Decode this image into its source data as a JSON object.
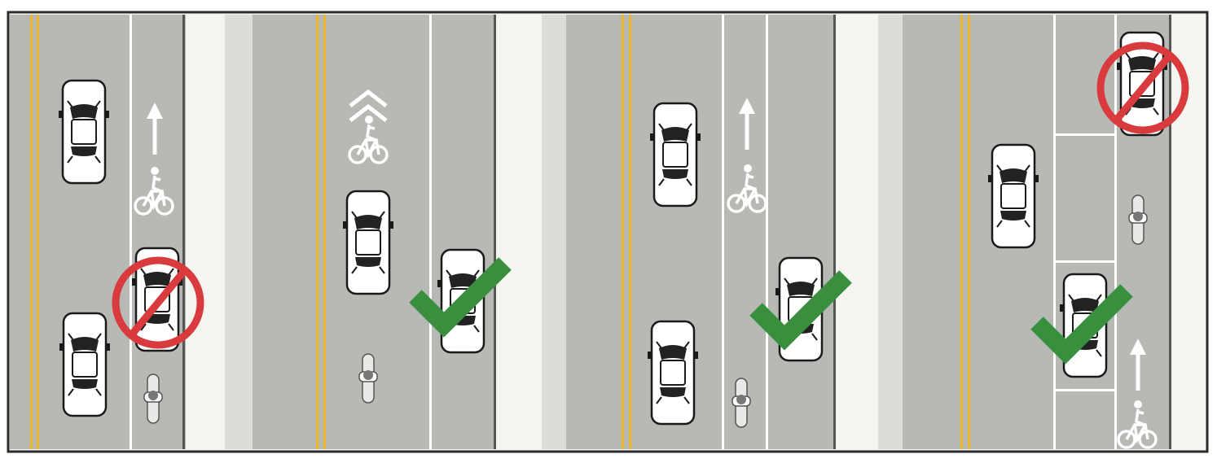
{
  "panels": [
    {
      "id": "panel-1",
      "bike_lane_symbol": "bike-lane-arrow-and-bicycle",
      "parked_car_status": "not-allowed",
      "status_icon": "prohibited-icon",
      "cars_in_travel_lane": 2,
      "cyclists": 1
    },
    {
      "id": "panel-2",
      "bike_lane_symbol": "sharrow-chevrons-and-bicycle",
      "parked_car_status": "allowed",
      "status_icon": "checkmark-icon",
      "cars_in_travel_lane": 1,
      "cyclists": 1
    },
    {
      "id": "panel-3",
      "bike_lane_symbol": "bike-lane-arrow-and-bicycle",
      "parked_car_status": "allowed",
      "status_icon": "checkmark-icon",
      "cars_in_travel_lane": 2,
      "cyclists": 1
    },
    {
      "id": "panel-4",
      "bike_lane_symbol": "bike-lane-arrow-and-bicycle",
      "parked_car_status": "mixed",
      "status_icon": "checkmark-and-prohibited-icons",
      "cars_in_travel_lane": 1,
      "cyclists": 1
    }
  ],
  "colors": {
    "road": "#b7b9b4",
    "sidewalk": "#f4f5f1",
    "center_line": "#efb52c",
    "lane_line": "#ffffff",
    "check": "#3a8f3e",
    "prohibit": "#d83a3e",
    "frame": "#2b2b2b"
  }
}
